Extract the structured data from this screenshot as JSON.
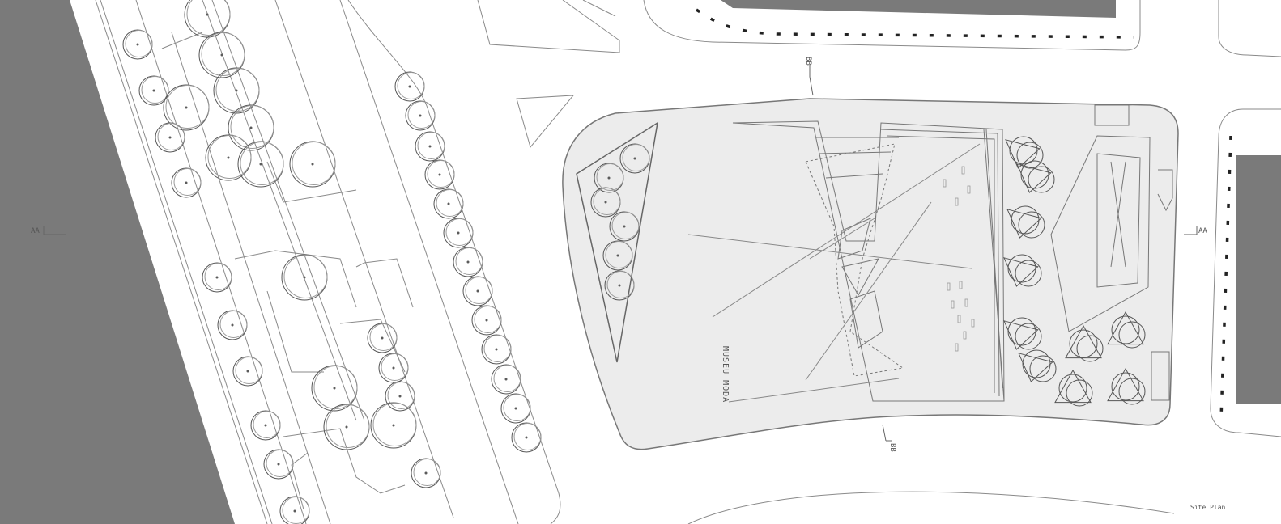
{
  "labels": {
    "section_aa_left": "AA",
    "section_aa_right": "AA",
    "section_bb_top": "BB",
    "section_bb_bottom": "BB",
    "museum_name": "MUSEU MODA",
    "caption": "Site Plan"
  },
  "colors": {
    "background": "#ffffff",
    "building_fill": "#7a7a7a",
    "plaza_fill": "#ececec",
    "line": "#8a8a8a",
    "dark_line": "#444444",
    "text": "#555555"
  }
}
